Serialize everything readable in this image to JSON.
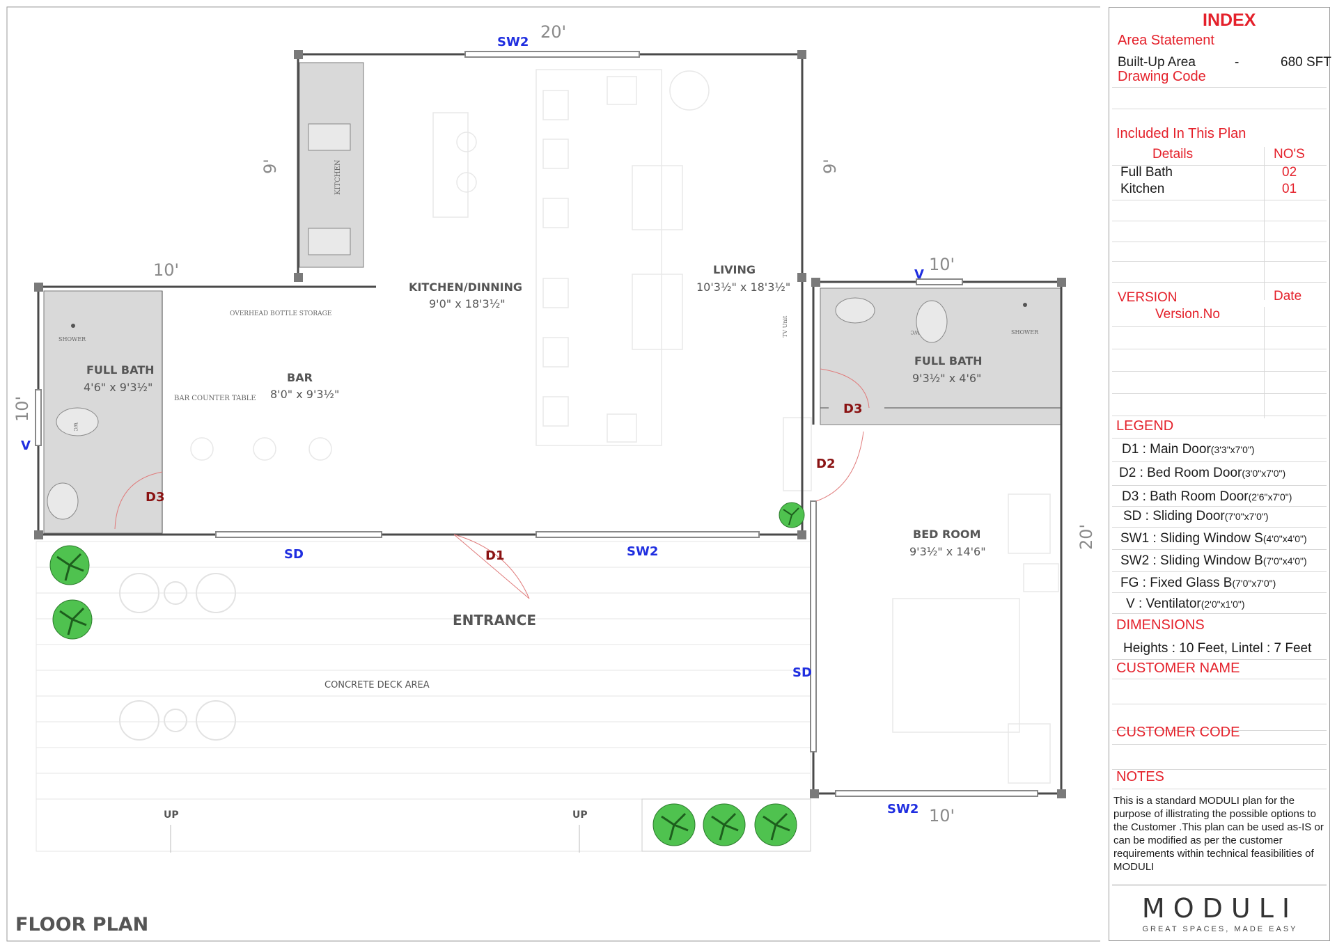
{
  "plan": {
    "title": "FLOOR PLAN",
    "dimensions": {
      "top_width": "20'",
      "kitchen_left_height": "9'",
      "living_right_height": "9'",
      "left_bath_width": "10'",
      "left_height": "10'",
      "right_bath_width": "10'",
      "bedroom_height": "20'",
      "bottom_right_width": "10'"
    },
    "rooms": {
      "kitchen_dinning": {
        "name": "KITCHEN/DINNING",
        "size": "9'0\" x 18'3½\""
      },
      "living": {
        "name": "LIVING",
        "size": "10'3½\" x 18'3½\""
      },
      "bar": {
        "name": "BAR",
        "size": "8'0\" x 9'3½\""
      },
      "full_bath_left": {
        "name": "FULL BATH",
        "size": "4'6\" x 9'3½\""
      },
      "full_bath_right": {
        "name": "FULL BATH",
        "size": "9'3½\" x 4'6\""
      },
      "bed_room": {
        "name": "BED ROOM",
        "size": "9'3½\" x 14'6\""
      }
    },
    "annotations": {
      "kitchen": "KITCHEN",
      "overhead": "OVERHEAD BOTTLE STORAGE",
      "bar_counter": "BAR COUNTER TABLE",
      "tv_unit": "TV Unit",
      "shower": "SHOWER",
      "wc": "WC",
      "entrance": "ENTRANCE",
      "deck": "CONCRETE DECK AREA",
      "up": "UP"
    },
    "openings": {
      "sw2": "SW2",
      "sd": "SD",
      "v": "V",
      "d1": "D1",
      "d2": "D2",
      "d3": "D3"
    }
  },
  "index": {
    "title": "INDEX",
    "area_statement": "Area Statement",
    "built_up_label": "Built-Up  Area",
    "built_up_dash": "-",
    "built_up_value": "680 SFT",
    "drawing_code": "Drawing Code",
    "included": "Included In This Plan",
    "details_header": "Details",
    "nos_header": "NO'S",
    "items": [
      {
        "name": "Full Bath",
        "count": "02"
      },
      {
        "name": "Kitchen",
        "count": "01"
      }
    ],
    "version": "VERSION",
    "date": "Date",
    "version_no": "Version.No",
    "legend_title": "LEGEND",
    "legend": [
      {
        "label": "D1 : Main Door",
        "dim": "(3'3\"x7'0\")"
      },
      {
        "label": "D2 : Bed Room Door",
        "dim": "(3'0\"x7'0\")"
      },
      {
        "label": "D3 : Bath Room Door",
        "dim": "(2'6\"x7'0\")"
      },
      {
        "label": "SD : Sliding Door",
        "dim": "(7'0\"x7'0\")"
      },
      {
        "label": "SW1 : Sliding Window S",
        "dim": "(4'0\"x4'0\")"
      },
      {
        "label": "SW2 : Sliding Window B",
        "dim": "(7'0\"x4'0\")"
      },
      {
        "label": "FG : Fixed Glass B",
        "dim": "(7'0\"x7'0\")"
      },
      {
        "label": "V    : Ventilator",
        "dim": "(2'0\"x1'0\")"
      }
    ],
    "dimensions_title": "DIMENSIONS",
    "dimensions_text": "Heights : 10 Feet, Lintel : 7 Feet",
    "customer_name": "CUSTOMER NAME",
    "customer_code": "CUSTOMER CODE",
    "notes_title": "NOTES",
    "notes_text": "This is a standard MODULI plan for the purpose of illistrating the possible options to the Customer .This plan can be used as-IS or can be modified as per the customer requirements within technical feasibilities of MODULI",
    "brand": "MODULI",
    "tagline": "GREAT SPACES, MADE EASY"
  },
  "colors": {
    "accent_red": "#e4202a",
    "opening_blue": "#1f2ee0",
    "door_maroon": "#8a1212",
    "wet_area_grey": "#d9d9d9",
    "tree_green": "#4fc24f"
  }
}
